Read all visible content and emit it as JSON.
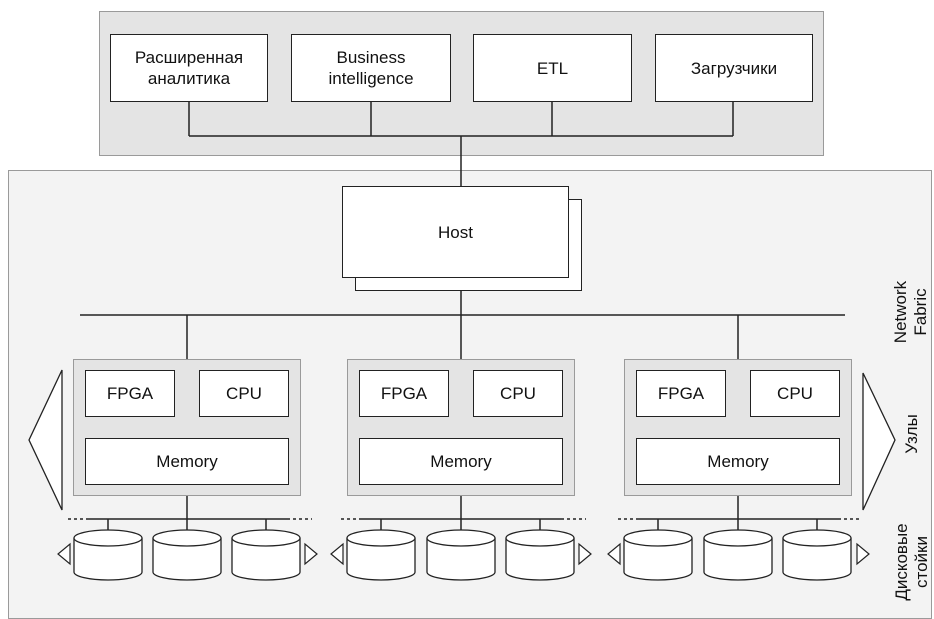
{
  "top_tools": [
    {
      "label": "Расширенная\nаналитика"
    },
    {
      "label": "Business\nintelligence"
    },
    {
      "label": "ETL"
    },
    {
      "label": "Загрузчики"
    }
  ],
  "host": {
    "label": "Host"
  },
  "nodes": [
    {
      "fpga": "FPGA",
      "cpu": "CPU",
      "memory": "Memory"
    },
    {
      "fpga": "FPGA",
      "cpu": "CPU",
      "memory": "Memory"
    },
    {
      "fpga": "FPGA",
      "cpu": "CPU",
      "memory": "Memory"
    }
  ],
  "side_labels": {
    "network": "Network\nFabric",
    "nodes": "Узлы",
    "disks": "Дисковые\nстойки"
  }
}
